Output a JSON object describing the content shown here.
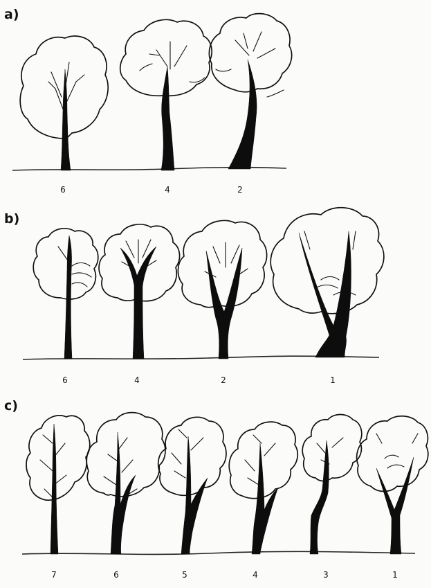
{
  "panels": [
    {
      "label": "a)",
      "trees": [
        "6",
        "4",
        "2"
      ]
    },
    {
      "label": "b)",
      "trees": [
        "6",
        "4",
        "2",
        "1"
      ]
    },
    {
      "label": "c)",
      "trees": [
        "7",
        "6",
        "5",
        "4",
        "3",
        "1"
      ]
    }
  ],
  "colors": {
    "ink": "#111111",
    "background": "#fbfbf9"
  }
}
